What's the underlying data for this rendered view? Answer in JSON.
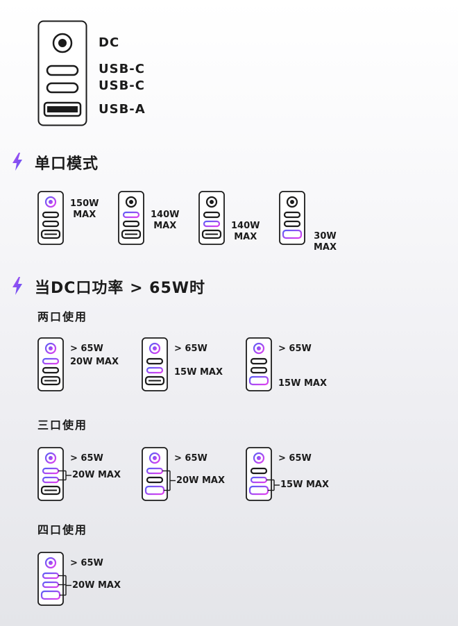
{
  "colors": {
    "accent_start": "#5b5bf5",
    "accent_end": "#e040f0",
    "outline": "#1b1b1b"
  },
  "legend": {
    "ports": [
      {
        "label": "DC"
      },
      {
        "label": "USB-C"
      },
      {
        "label": "USB-C"
      },
      {
        "label": "USB-A"
      }
    ]
  },
  "single_port_mode": {
    "icon": "lightning-icon",
    "title": "单口模式",
    "items": [
      {
        "active": "DC",
        "line1": "150W",
        "line2": "MAX"
      },
      {
        "active": "USB-C 1",
        "line1": "140W",
        "line2": "MAX"
      },
      {
        "active": "USB-C 2",
        "line1": "140W",
        "line2": "MAX"
      },
      {
        "active": "USB-A",
        "line1": "30W",
        "line2": "MAX"
      }
    ]
  },
  "dc_over_65w": {
    "icon": "lightning-icon",
    "title": "当DC口功率 > 65W时",
    "two_port": {
      "title": "两口使用",
      "items": [
        {
          "active": [
            "DC",
            "USB-C 1"
          ],
          "dc_label": "> 65W",
          "other_label": "20W MAX"
        },
        {
          "active": [
            "DC",
            "USB-C 2"
          ],
          "dc_label": "> 65W",
          "other_label": "15W MAX"
        },
        {
          "active": [
            "DC",
            "USB-A"
          ],
          "dc_label": "> 65W",
          "other_label": "15W MAX"
        }
      ]
    },
    "three_port": {
      "title": "三口使用",
      "items": [
        {
          "active": [
            "DC",
            "USB-C 1",
            "USB-C 2"
          ],
          "dc_label": "> 65W",
          "other_label": "20W MAX"
        },
        {
          "active": [
            "DC",
            "USB-C 1",
            "USB-A"
          ],
          "dc_label": "> 65W",
          "other_label": "20W MAX"
        },
        {
          "active": [
            "DC",
            "USB-C 2",
            "USB-A"
          ],
          "dc_label": "> 65W",
          "other_label": "15W MAX"
        }
      ]
    },
    "four_port": {
      "title": "四口使用",
      "items": [
        {
          "active": [
            "DC",
            "USB-C 1",
            "USB-C 2",
            "USB-A"
          ],
          "dc_label": "> 65W",
          "other_label": "20W MAX"
        }
      ]
    }
  }
}
